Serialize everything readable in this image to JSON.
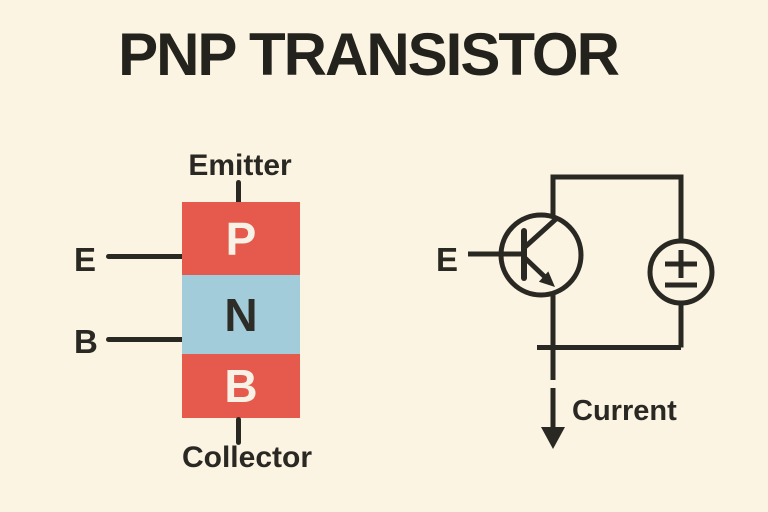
{
  "title": "PNP TRANSISTOR",
  "colors": {
    "background": "#FBF4E3",
    "ink": "#2A2822",
    "block_red": "#E65A4D",
    "block_blue": "#A2CCDA",
    "letter_light": "#F8F2E6"
  },
  "block_diagram": {
    "top_label": "Emitter",
    "bottom_label": "Collector",
    "left_labels": [
      {
        "label": "E"
      },
      {
        "label": "B"
      }
    ],
    "layers": [
      {
        "letter": "P",
        "color": "#E65A4D",
        "text_color": "#F8F2E6"
      },
      {
        "letter": "N",
        "color": "#A2CCDA",
        "text_color": "#2E2C26"
      },
      {
        "letter": "B",
        "color": "#E65A4D",
        "text_color": "#F8F2E6"
      }
    ]
  },
  "circuit": {
    "emitter_label": "E",
    "current_label": "Current",
    "battery": {
      "plus": "+",
      "minus": "−"
    }
  }
}
